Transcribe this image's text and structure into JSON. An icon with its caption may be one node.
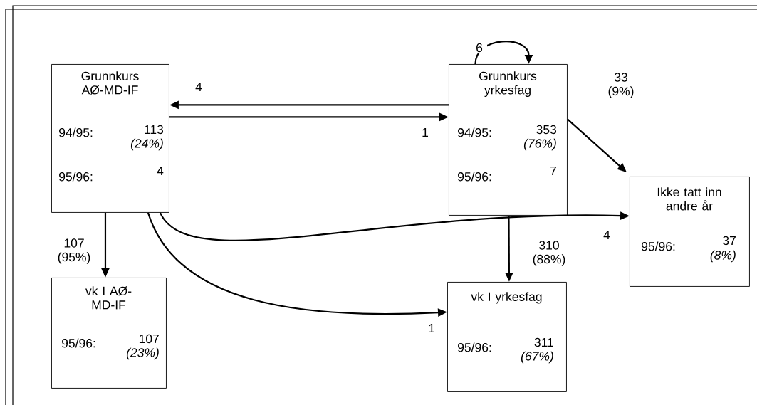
{
  "diagram": {
    "nodes": [
      {
        "text": [
          "Grunnkurs AØ-MD-IF",
          "94/95:",
          "113",
          "(24%)",
          "95/96:",
          "4"
        ]
      },
      {
        "text": [
          "Grunnkurs yrkesfag",
          "94/95:",
          "353",
          "(76%)",
          "95/96:",
          "7"
        ]
      },
      {
        "text": [
          "Ikke tatt inn andre år",
          "95/96:",
          "37",
          "(8%)"
        ]
      },
      {
        "text": [
          "vk I AØ-MD-IF",
          "95/96:",
          "107",
          "(23%)"
        ]
      },
      {
        "text": [
          "vk I yrkesfag",
          "95/96:",
          "311",
          "(67%)"
        ]
      }
    ],
    "edges": [
      {
        "from": 1,
        "to": 0,
        "arrow": "to",
        "label": "4"
      },
      {
        "from": 0,
        "to": 1,
        "arrow": "to",
        "label": "1"
      },
      {
        "from": 1,
        "to": 1,
        "arrow": "to",
        "label": "6"
      },
      {
        "from": 1,
        "to": 2,
        "arrow": "to",
        "label": "33 (9%)"
      },
      {
        "from": 0,
        "to": 2,
        "arrow": "to",
        "label": "4"
      },
      {
        "from": 1,
        "to": 4,
        "arrow": "to",
        "label": "310 (88%)"
      },
      {
        "from": 0,
        "to": 3,
        "arrow": "to",
        "label": "107 (95%)"
      },
      {
        "from": 0,
        "to": 4,
        "arrow": "to",
        "label": "1"
      }
    ]
  }
}
